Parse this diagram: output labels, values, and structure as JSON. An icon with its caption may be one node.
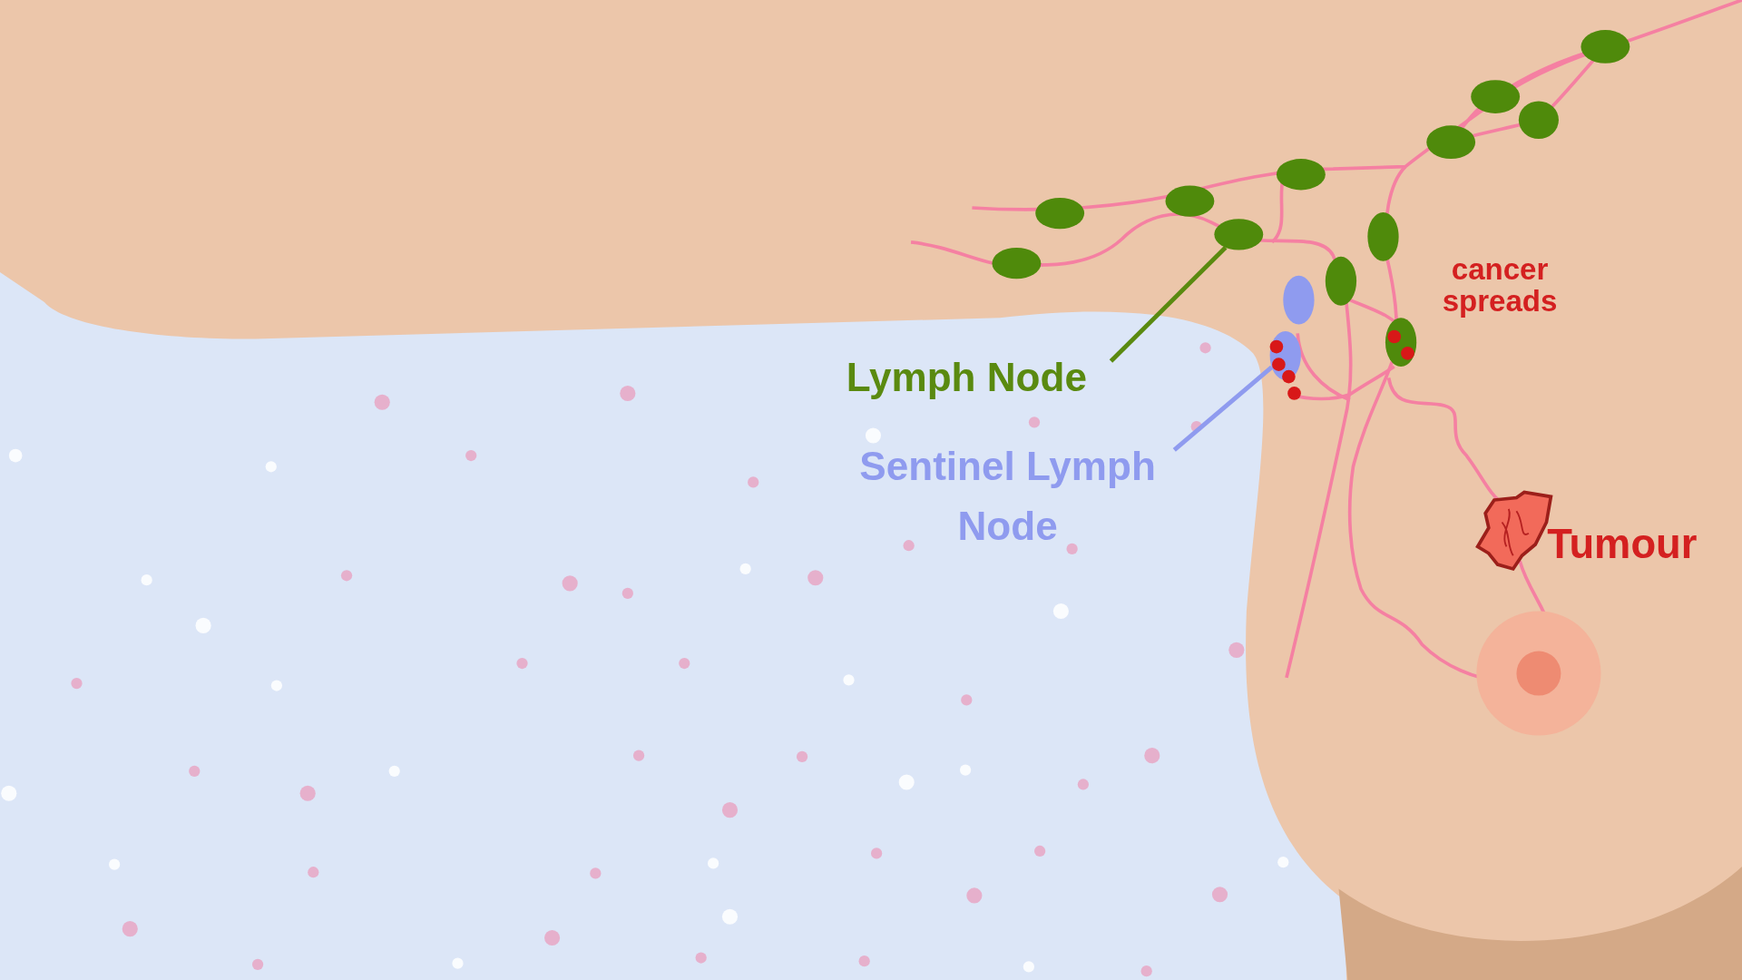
{
  "diagram": {
    "nodes": [
      {
        "text": [
          "Lymph Node"
        ]
      },
      {
        "text": [],
        "shape": "ellipse"
      },
      {
        "text": [
          "Sentinel Lymph Node"
        ]
      },
      {
        "text": [],
        "shape": "ellipse"
      },
      {
        "text": [],
        "shape": "ellipse"
      },
      {
        "text": [],
        "shape": "ellipse"
      },
      {
        "text": [],
        "shape": "ellipse"
      },
      {
        "text": [],
        "shape": "ellipse"
      },
      {
        "text": [],
        "shape": "ellipse"
      },
      {
        "text": [],
        "shape": "ellipse"
      },
      {
        "text": [],
        "shape": "ellipse"
      },
      {
        "text": [],
        "shape": "ellipse"
      },
      {
        "text": [],
        "shape": "ellipse"
      },
      {
        "text": [],
        "shape": "ellipse"
      },
      {
        "text": [],
        "shape": "ellipse"
      },
      {
        "text": [],
        "shape": "ellipse"
      }
    ],
    "edges": [
      {
        "from": 0,
        "to": 1,
        "arrow": "none",
        "color": "#5a8a10"
      },
      {
        "from": 2,
        "to": 3,
        "arrow": "none",
        "color": "#8f9bef"
      }
    ],
    "labels": [
      "cancer spreads",
      "Tumour"
    ]
  }
}
